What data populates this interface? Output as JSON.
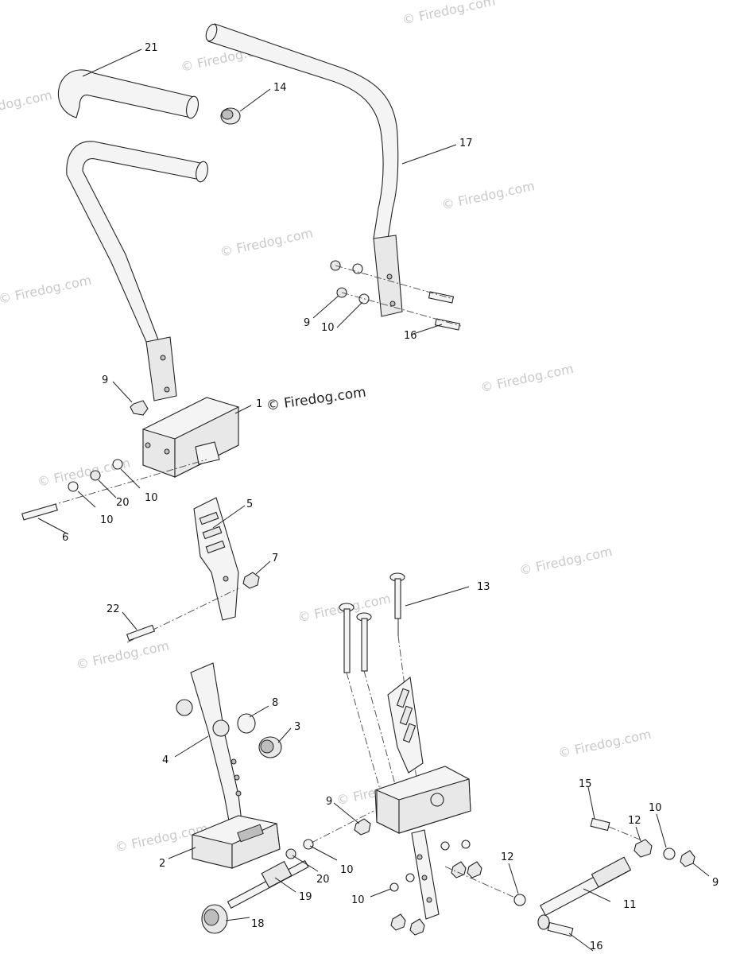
{
  "watermark": {
    "text": "© Firedog.com",
    "main_text": "© Firedog.com"
  },
  "callouts": {
    "c21": "21",
    "c14": "14",
    "c17": "17",
    "c9a": "9",
    "c10a": "10",
    "c16a": "16",
    "c9b": "9",
    "c1": "1",
    "c10b": "10",
    "c20a": "20",
    "c10c": "10",
    "c6": "6",
    "c5": "5",
    "c7": "7",
    "c22": "22",
    "c13": "13",
    "c8": "8",
    "c3": "3",
    "c4": "4",
    "c2": "2",
    "c9c": "9",
    "c10d": "10",
    "c20b": "20",
    "c19": "19",
    "c18": "18",
    "c10e": "10",
    "c15": "15",
    "c12a": "12",
    "c10f": "10",
    "c9d": "9",
    "c12b": "12",
    "c11": "11",
    "c16b": "16"
  }
}
